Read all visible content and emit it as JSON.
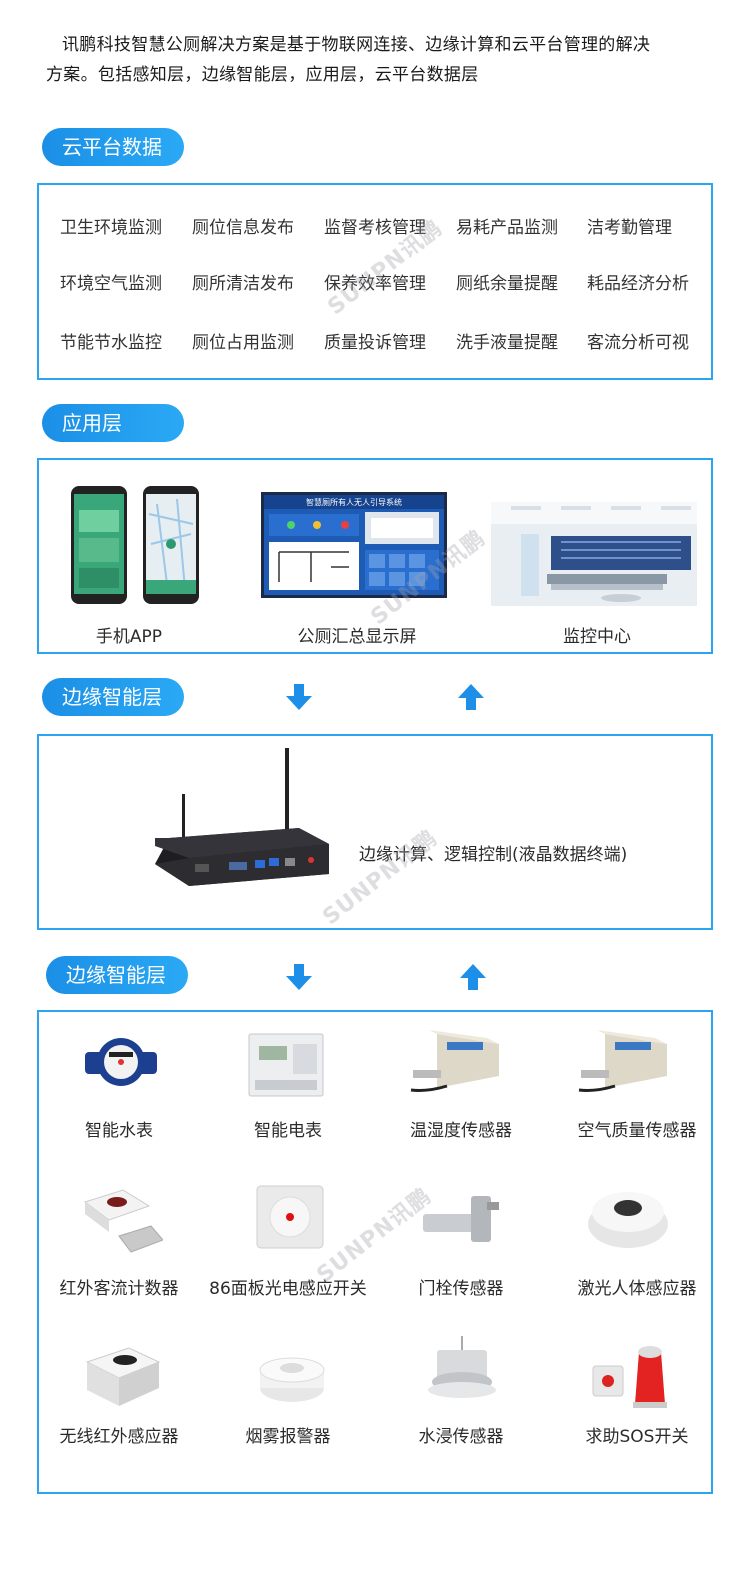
{
  "intro": {
    "line1": "讯鹏科技智慧公厕解决方案是基于物联网连接、边缘计算和云平台管理的解决",
    "line2": "方案。包括感知层，边缘智能层，应用层，云平台数据层"
  },
  "cloud": {
    "title": "云平台数据",
    "items": [
      "卫生环境监测",
      "厕位信息发布",
      "监督考核管理",
      "易耗产品监测",
      "洁考勤管理",
      "环境空气监测",
      "厕所清洁发布",
      "保养效率管理",
      "厕纸余量提醒",
      "耗品经济分析",
      "节能节水监控",
      "厕位占用监测",
      "质量投诉管理",
      "洗手液量提醒",
      "客流分析可视"
    ]
  },
  "app": {
    "title": "应用层",
    "items": [
      "手机APP",
      "公厕汇总显示屏",
      "监控中心"
    ],
    "screen_title": "智慧厕所有人无人引导系统"
  },
  "edge1": {
    "title": "边缘智能层",
    "caption": "边缘计算、逻辑控制(液晶数据终端)"
  },
  "edge2": {
    "title": "边缘智能层",
    "items": [
      "智能水表",
      "智能电表",
      "温湿度传感器",
      "空气质量传感器",
      "红外客流计数器",
      "86面板光电感应开关",
      "门栓传感器",
      "激光人体感应器",
      "无线红外感应器",
      "烟雾报警器",
      "水浸传感器",
      "求助SOS开关"
    ]
  },
  "watermark": "SUNPN讯鹏",
  "colors": {
    "accent": "#2aa6f0",
    "arrow": "#1d8fe8"
  }
}
